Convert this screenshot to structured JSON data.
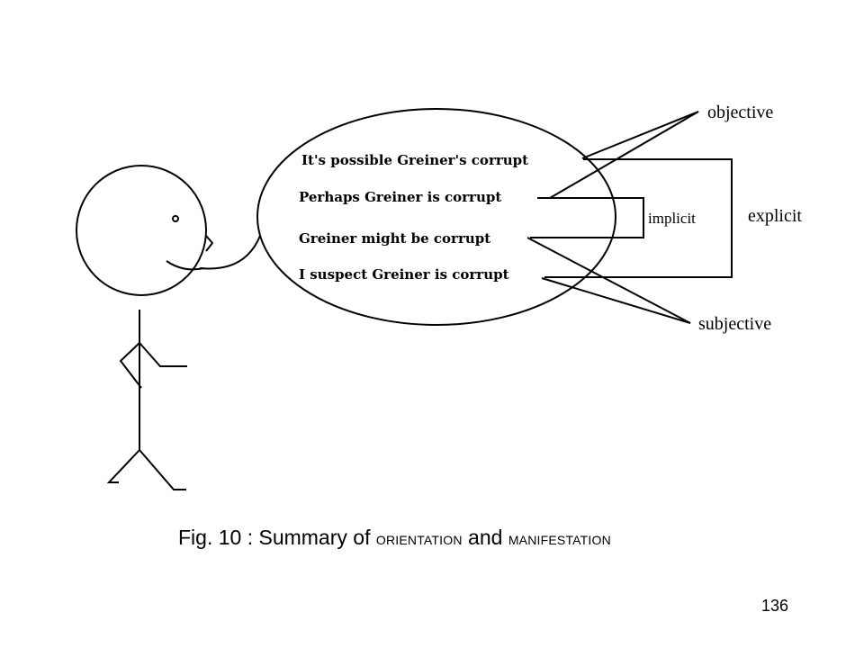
{
  "speech_lines": [
    "It's possible Greiner's corrupt",
    "Perhaps Greiner is corrupt",
    "Greiner might be corrupt",
    "I suspect Greiner is corrupt"
  ],
  "labels": {
    "objective": "objective",
    "subjective": "subjective",
    "explicit": "explicit",
    "implicit": "implicit"
  },
  "caption": {
    "prefix": "Fig. 10 : Summary of ",
    "term1": "ORIENTATION",
    "conjunction": " and ",
    "term2": "MANIFESTATION"
  },
  "page_number": "136"
}
